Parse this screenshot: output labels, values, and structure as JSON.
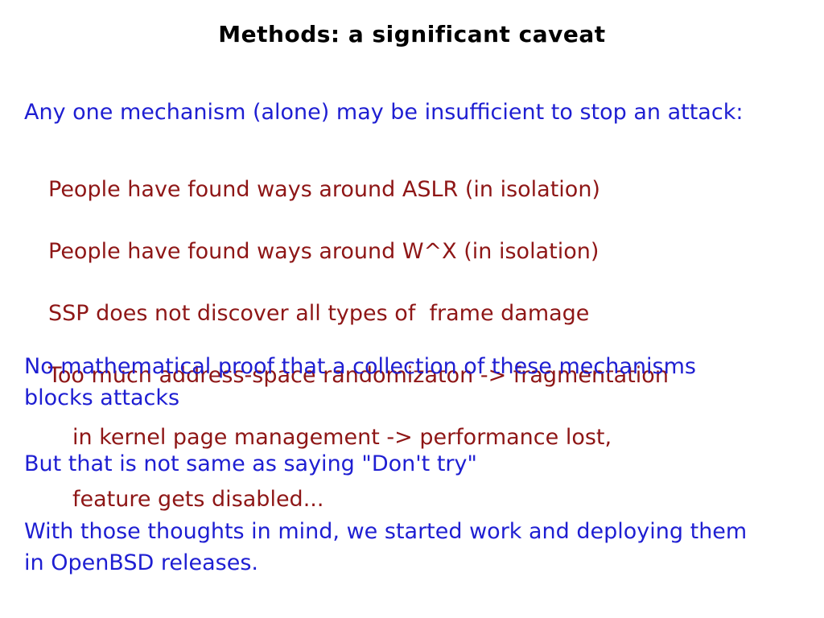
{
  "slide": {
    "title": "Methods: a significant caveat",
    "intro": "Any one mechanism (alone) may be insufficient to stop an attack:",
    "points": [
      {
        "text": "People have found ways around ASLR (in isolation)",
        "indent": 1
      },
      {
        "text": "People have found ways around W^X (in isolation)",
        "indent": 1
      },
      {
        "text": "SSP does not discover all types of  frame damage",
        "indent": 1
      },
      {
        "text": "Too much address-space randomizaton -> fragmentation",
        "indent": 1
      },
      {
        "text": "in kernel page management -> performance lost,",
        "indent": 2
      },
      {
        "text": "feature gets disabled...",
        "indent": 2
      }
    ],
    "paragraphs": [
      {
        "text": "No mathematical proof that a collection of these mechanisms\nblocks attacks"
      },
      {
        "text": "But that is not same as saying \"Don't try\""
      },
      {
        "text": "With those thoughts in mind, we started work and deploying them\nin OpenBSD releases."
      }
    ],
    "colors": {
      "title": "#000000",
      "body_blue": "#1e1ed2",
      "detail_red": "#8e1616",
      "background": "#ffffff"
    }
  }
}
